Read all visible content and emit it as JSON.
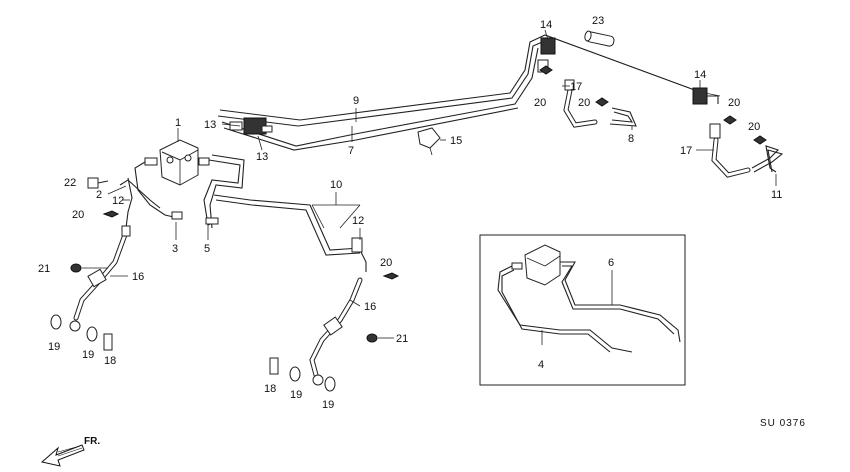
{
  "diagram_code": "SU 0376",
  "front_label": "FR.",
  "callouts": [
    "1",
    "2",
    "3",
    "4",
    "5",
    "6",
    "7",
    "8",
    "9",
    "10",
    "11",
    "12",
    "12",
    "13",
    "13",
    "14",
    "14",
    "15",
    "16",
    "16",
    "17",
    "17",
    "18",
    "18",
    "19",
    "19",
    "19",
    "19",
    "20",
    "20",
    "20",
    "20",
    "20",
    "20",
    "21",
    "21",
    "22",
    "23"
  ]
}
